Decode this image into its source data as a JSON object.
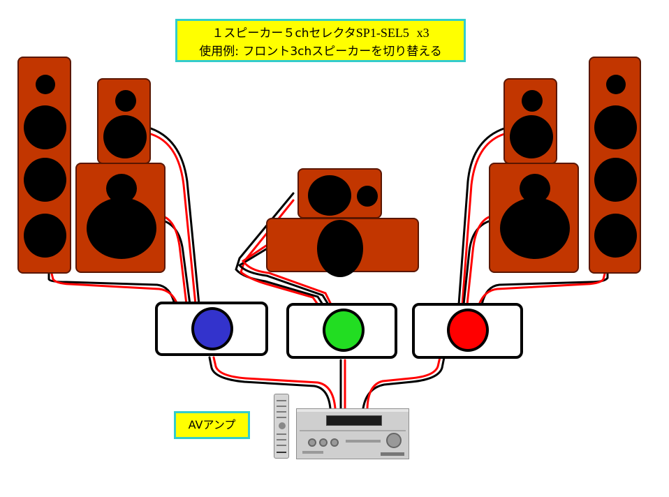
{
  "title": {
    "line1_prefix": "１スピーカー５chセレクタ",
    "line1_model": "SP1-SEL5",
    "line1_multiplier": "x3",
    "line2": "使用例: フロント3chスピーカーを切り替える"
  },
  "amp_label": "AVアンプ",
  "colors": {
    "speaker_body": "#c23600",
    "speaker_cone": "#000000",
    "selector_left_knob": "#3333cc",
    "selector_center_knob": "#22dd22",
    "selector_right_knob": "#ff0000",
    "cable_positive": "#ff0000",
    "cable_negative": "#000000",
    "label_background": "#ffff00",
    "label_border": "#33cccc"
  }
}
